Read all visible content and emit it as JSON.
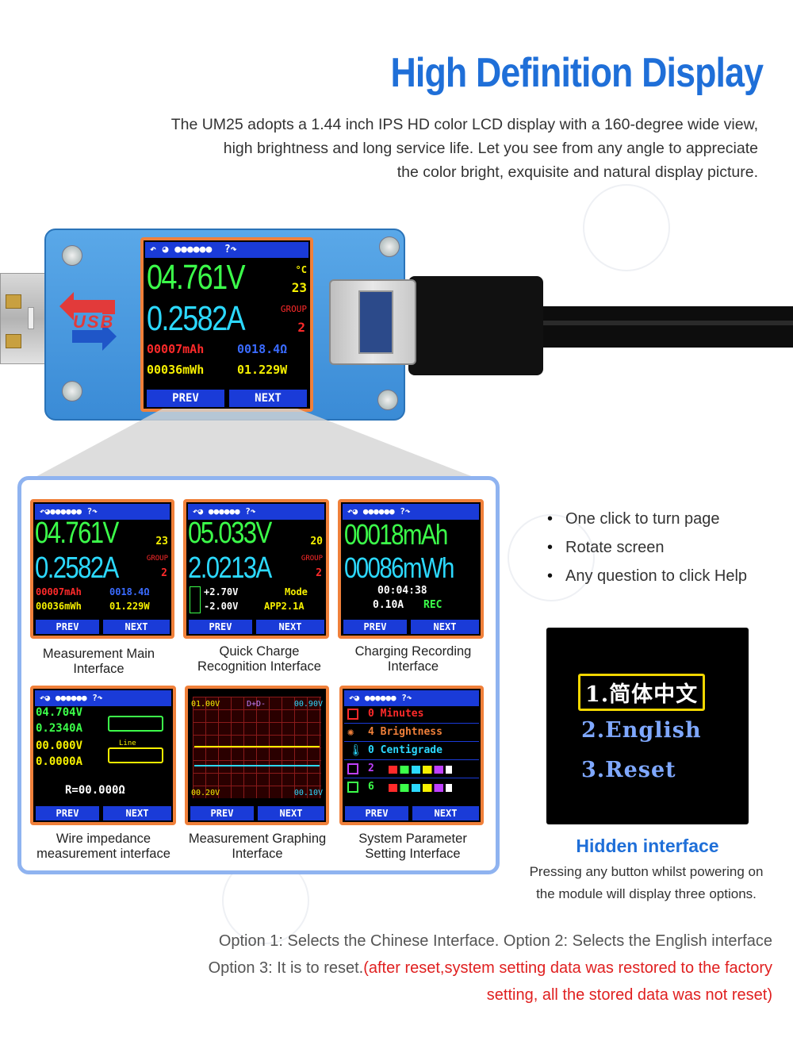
{
  "header": {
    "title": "High Definition Display",
    "intro_lines": [
      "The UM25 adopts a 1.44 inch IPS HD color LCD display with a 160-degree wide view,",
      "high brightness and long service life. Let you see from any angle to appreciate",
      "the color bright, exquisite and natural display picture."
    ]
  },
  "device": {
    "logo_text": "USB",
    "main_screen": {
      "voltage": "04.761V",
      "temp": "23",
      "temp_unit": "°C",
      "current": "0.2582A",
      "group_label": "GROUP",
      "group": "2",
      "mah": "00007mAh",
      "ohm": "0018.4Ω",
      "mwh": "00036mWh",
      "watt": "01.229W",
      "prev": "PREV",
      "next": "NEXT"
    }
  },
  "screens": [
    {
      "caption": [
        "Measurement Main",
        "Interface"
      ],
      "lines": {
        "a": "04.761V",
        "a_sub": "23",
        "b": "0.2582A",
        "b_label": "GROUP",
        "b_sub": "2",
        "c1": "00007mAh",
        "c2": "0018.4Ω",
        "d1": "00036mWh",
        "d2": "01.229W"
      }
    },
    {
      "caption": [
        "Quick Charge",
        "Recognition Interface"
      ],
      "lines": {
        "a": "05.033V",
        "a_sub": "20",
        "b": "2.0213A",
        "b_label": "GROUP",
        "b_sub": "2",
        "c1": "+2.70V",
        "c2": "Mode",
        "d1": "-2.00V",
        "d2": "APP2.1A"
      }
    },
    {
      "caption": [
        "Charging Recording",
        "Interface"
      ],
      "lines": {
        "a": "00018mAh",
        "b": "00086mWh",
        "c1": "00:04:38",
        "d1": "0.10A",
        "d2": "REC"
      }
    },
    {
      "caption": [
        "Wire impedance",
        "measurement interface"
      ],
      "lines": {
        "a": "04.704V",
        "b": "0.2340A",
        "c": "00.000V",
        "d": "0.0000A",
        "line_label": "Line",
        "r": "R=00.000Ω"
      }
    },
    {
      "caption": [
        "Measurement Graphing",
        "Interface"
      ],
      "lines": {
        "tl": "01.00V",
        "tm": "D+D-",
        "tr": "00.90V",
        "bl": "00.20V",
        "br": "00.10V"
      }
    },
    {
      "caption": [
        "System Parameter",
        "Setting Interface"
      ],
      "lines": {
        "r1": "0 Minutes",
        "r2": "4 Brightness",
        "r3": "0 Centigrade",
        "r4": "2",
        "r5": "6"
      }
    }
  ],
  "button_labels": {
    "prev": "PREV",
    "next": "NEXT"
  },
  "bullets": [
    "One click to turn page",
    "Rotate screen",
    "Any question to click Help"
  ],
  "hidden": {
    "options": [
      "1.简体中文",
      "2.English",
      "3.Reset"
    ],
    "title": "Hidden interface",
    "desc_lines": [
      "Pressing any button whilst powering on",
      "the module will display three options."
    ]
  },
  "footer": {
    "line1": "Option 1: Selects the Chinese Interface. Option 2: Selects the English interface",
    "line2_prefix": "Option 3: It is to reset.",
    "line2_red": "(after reset,system setting data was restored to the factory",
    "line3_red": "setting, all the stored data was not reset)"
  },
  "colors": {
    "title_blue": "#1f6fd8",
    "lcd_border": "#f0803a",
    "lcd_bar": "#1a3bd8",
    "lcd_green": "#3cff4a",
    "lcd_cyan": "#2cd9ff",
    "lcd_red": "#ff2a2a",
    "lcd_yellow": "#f6f000",
    "note_red": "#e02020"
  }
}
